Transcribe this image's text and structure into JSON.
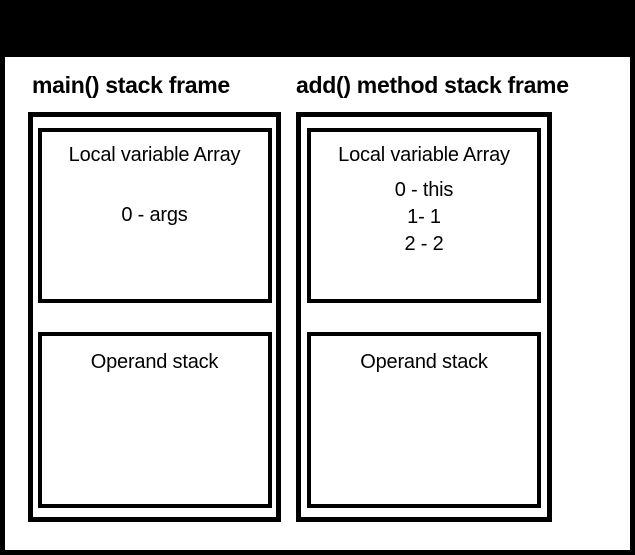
{
  "diagram": {
    "title_semantics": "JVM stack frames diagram",
    "colors": {
      "background": "#000000",
      "surface": "#ffffff",
      "border": "#000000",
      "text": "#000000"
    },
    "frames": [
      {
        "title": "main() stack frame",
        "local_variable_array": {
          "label": "Local variable Array",
          "entries": [
            "0 - args"
          ]
        },
        "operand_stack": {
          "label": "Operand stack",
          "entries": []
        }
      },
      {
        "title": "add() method stack frame",
        "local_variable_array": {
          "label": "Local variable Array",
          "entries": [
            "0 - this",
            "1- 1",
            "2 - 2"
          ]
        },
        "operand_stack": {
          "label": "Operand stack",
          "entries": []
        }
      }
    ]
  }
}
